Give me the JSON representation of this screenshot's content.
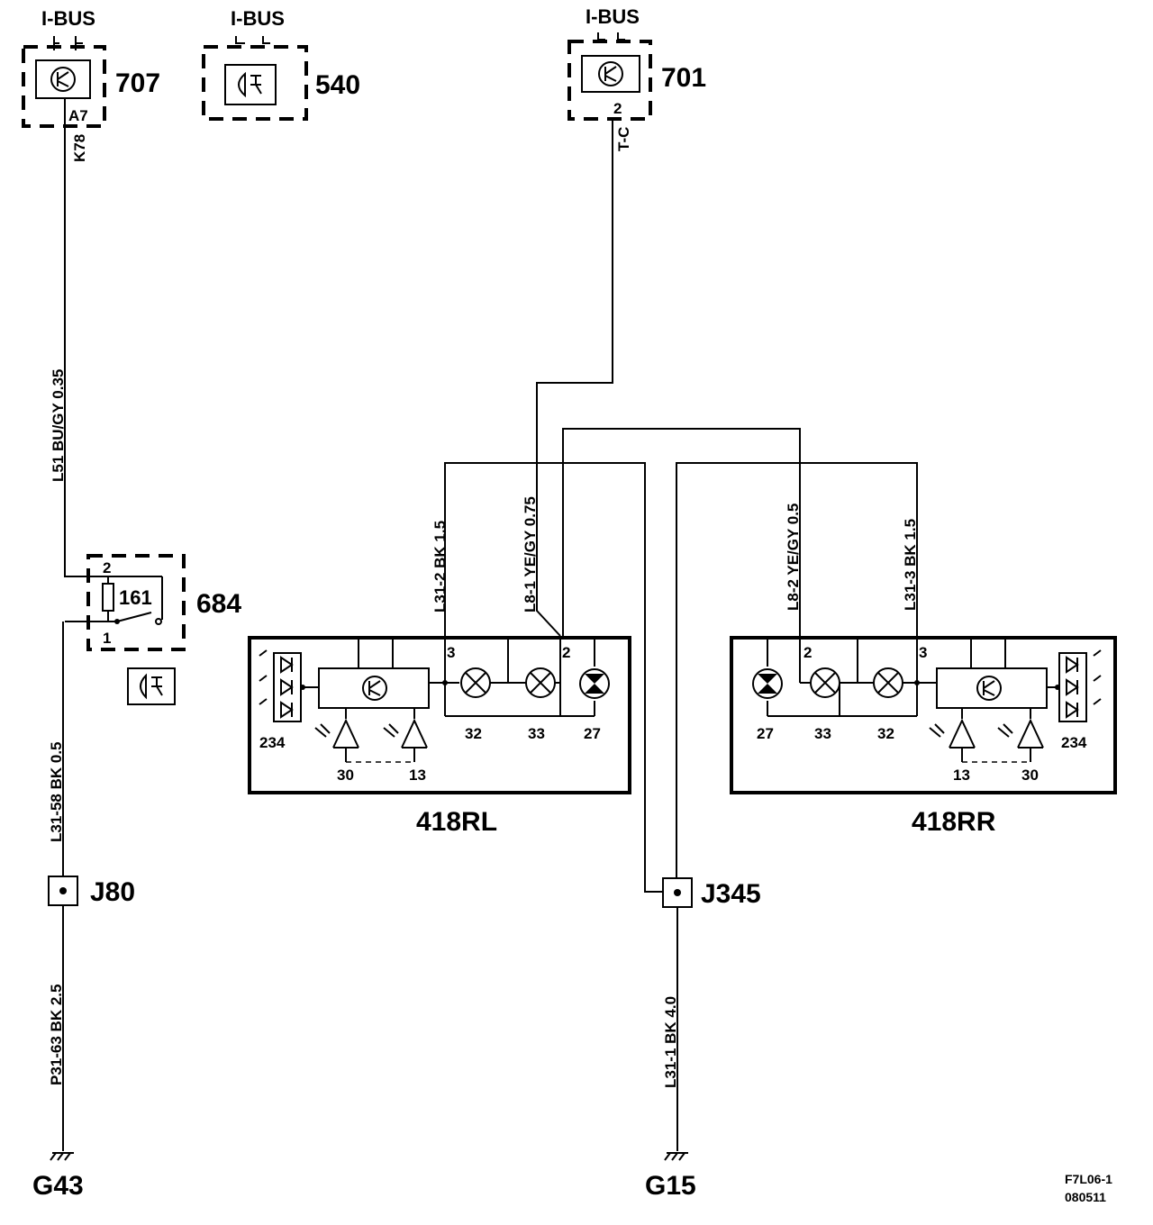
{
  "components": {
    "c707": {
      "label": "707",
      "bus": "I-BUS",
      "pin": "A7",
      "pin_wire": "K78"
    },
    "c540": {
      "label": "540",
      "bus": "I-BUS"
    },
    "c701": {
      "label": "701",
      "bus": "I-BUS",
      "pin": "2",
      "pin_wire": "T-C"
    },
    "c684": {
      "label": "684",
      "fuse": "161",
      "pin_top": "2",
      "pin_bottom": "1"
    },
    "lamp_rl": {
      "label": "418RL",
      "pin_a": "3",
      "pin_b": "2",
      "bulbs": [
        "32",
        "33",
        "27"
      ],
      "leds": [
        "234"
      ],
      "diodes": [
        "30",
        "13"
      ]
    },
    "lamp_rr": {
      "label": "418RR",
      "pin_a": "2",
      "pin_b": "3",
      "bulbs": [
        "27",
        "33",
        "32"
      ],
      "leds": [
        "234"
      ],
      "diodes": [
        "13",
        "30"
      ]
    }
  },
  "wires": {
    "w_l51": "L51 BU/GY  0.35",
    "w_l31_58": "L31-58  BK  0.5",
    "w_p31_63": "P31-63  BK  2.5",
    "w_l31_2": "L31-2  BK  1.5",
    "w_l8_1": "L8-1  YE/GY 0.75",
    "w_l8_2": "L8-2  YE/GY 0.5",
    "w_l31_3": "L31-3  BK  1.5",
    "w_l31_1": "L31-1  BK  4.0"
  },
  "splices": {
    "j80": "J80",
    "j345": "J345"
  },
  "grounds": {
    "g43": "G43",
    "g15": "G15"
  },
  "footer": {
    "code": "F7L06-1",
    "date": "080511"
  }
}
